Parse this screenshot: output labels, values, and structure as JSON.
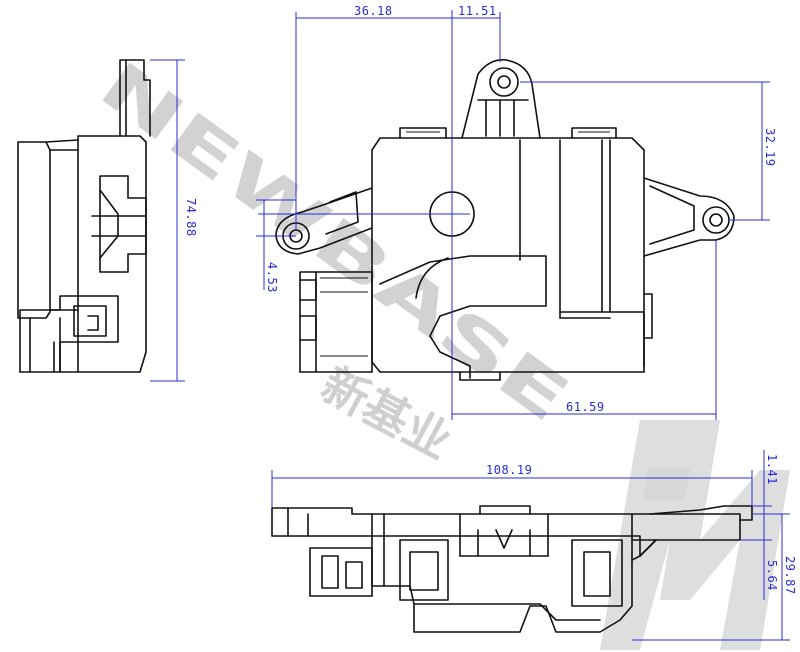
{
  "watermark": {
    "brand_latin": "NEWBASE",
    "brand_cn": "新基业"
  },
  "dimensions": {
    "top_left_width": "36.18",
    "top_pivot_offset": "11.51",
    "height_total": "74.88",
    "pivot_vertical": "32.19",
    "hole_offset": "4.53",
    "pivot_span": "61.59",
    "bottom_width": "108.19",
    "bottom_top_gap": "1.41",
    "bottom_height": "29.87",
    "bottom_step": "5.64"
  }
}
